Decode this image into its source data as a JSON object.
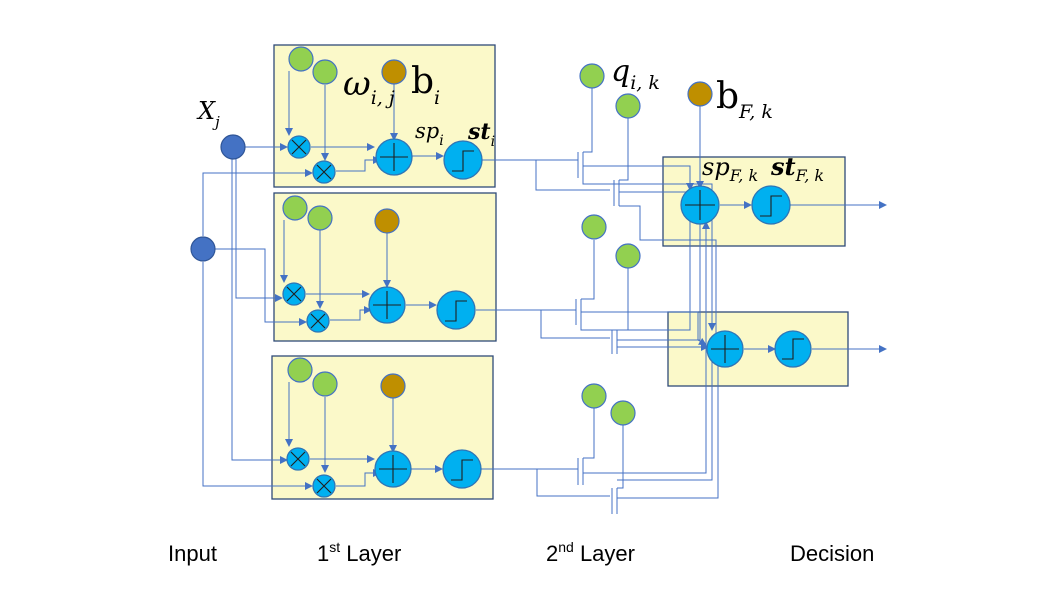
{
  "symbols": {
    "input_x": "X",
    "input_x_sub": "j",
    "weight": "ω",
    "weight_sub": "i, j",
    "bias": "b",
    "bias_sub": "i",
    "sp": "sp",
    "sp_sub": "i",
    "st": "st",
    "st_sub": "i",
    "q": "q",
    "q_sub": "i, k",
    "bias_f": "b",
    "bias_f_sub": "F, k",
    "sp_f": "sp",
    "sp_f_sub": "F, k",
    "st_f": "st",
    "st_f_sub": "F, k"
  },
  "labels": {
    "input": "Input",
    "layer1_num": "1",
    "layer1_sup": "st",
    "layer1_word": " Layer",
    "layer2_num": "2",
    "layer2_sup": "nd",
    "layer2_word": " Layer",
    "decision": "Decision"
  },
  "colors": {
    "box_fill": "#fbf9c9",
    "weight_node": "#92d050",
    "bias_node": "#bf8f00",
    "input_node": "#4472c4",
    "operator_node": "#00b0f0",
    "wire": "#4472c4"
  }
}
